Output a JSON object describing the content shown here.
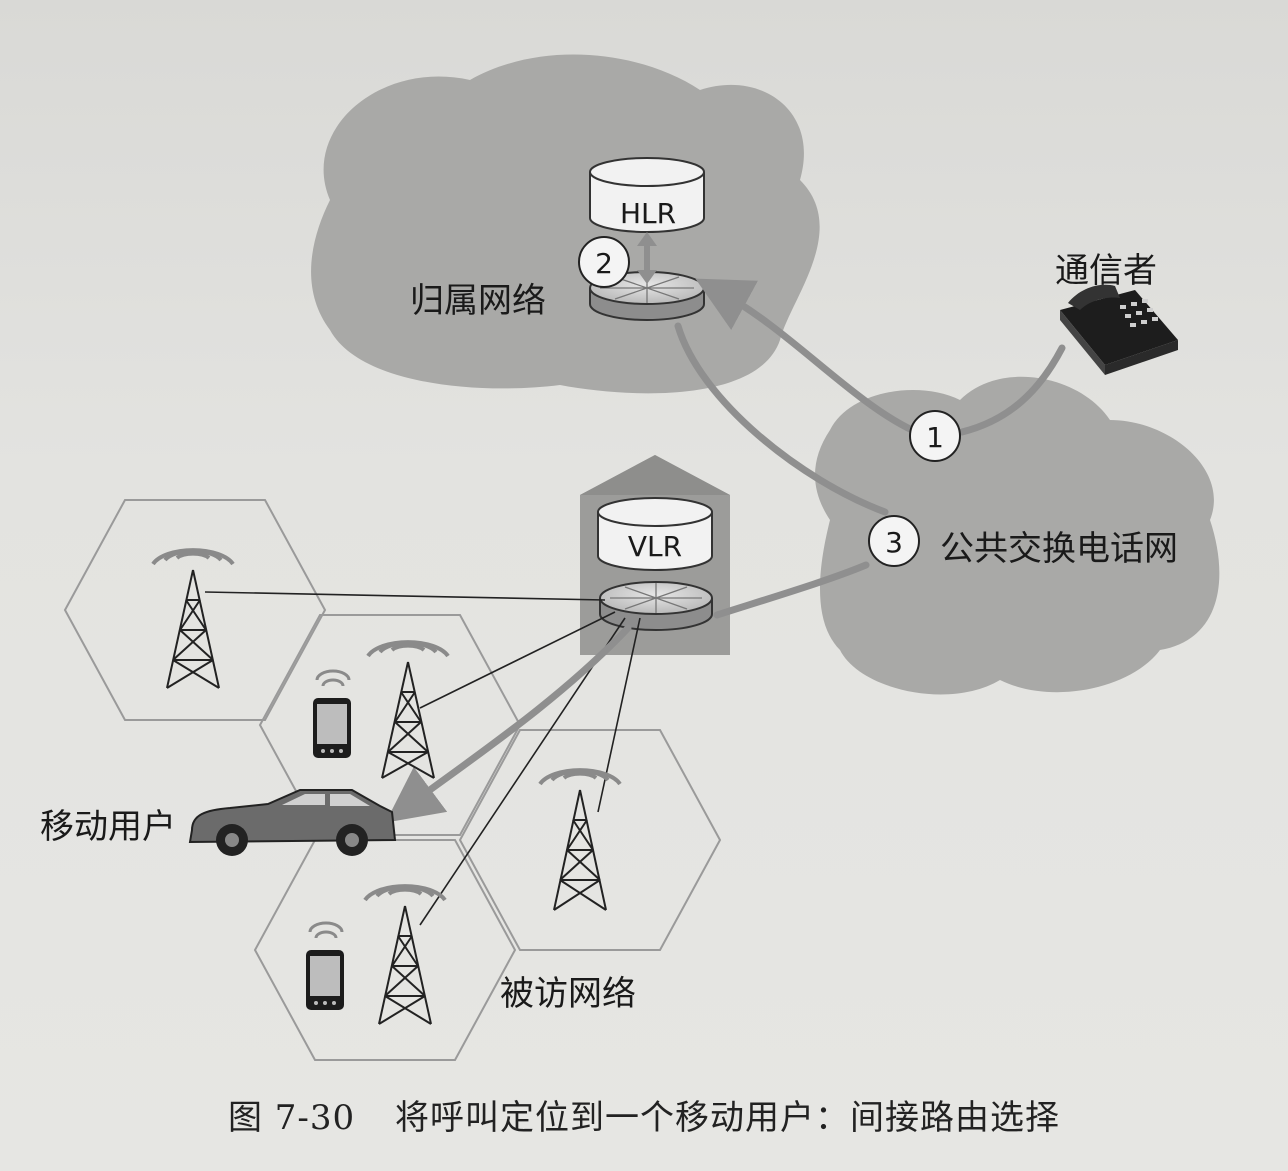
{
  "labels": {
    "hlr": "HLR",
    "vlr": "VLR",
    "home_network": "归属网络",
    "caller": "通信者",
    "pstn": "公共交换电话网",
    "mobile_user": "移动用户",
    "visited_network": "被访网络"
  },
  "steps": [
    "1",
    "2",
    "3"
  ],
  "caption": {
    "figure_number": "图 7-30",
    "text": "将呼叫定位到一个移动用户：间接路由选择"
  }
}
